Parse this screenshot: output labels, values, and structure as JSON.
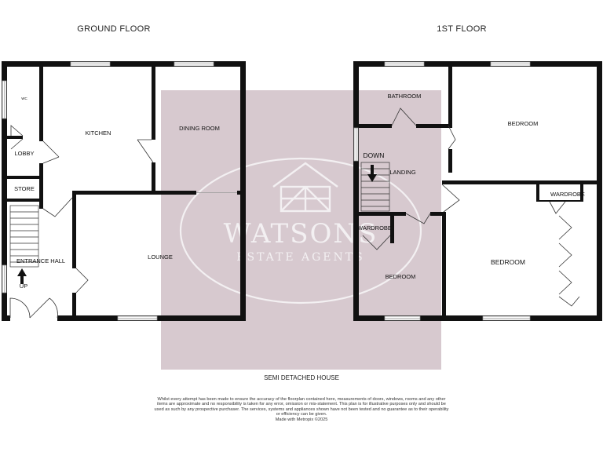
{
  "floors": {
    "ground": {
      "title": "GROUND FLOOR",
      "rooms": {
        "wc": "WC",
        "kitchen": "KITCHEN",
        "dining_room": "DINING ROOM",
        "lobby": "LOBBY",
        "store": "STORE",
        "entrance_hall": "ENTRANCE HALL",
        "lounge": "LOUNGE",
        "stairs_up": "UP"
      }
    },
    "first": {
      "title": "1ST FLOOR",
      "rooms": {
        "bathroom": "BATHROOM",
        "bedroom_front": "BEDROOM",
        "stairs_down": "DOWN",
        "landing": "LANDING",
        "wardrobe_right": "WARDROBE",
        "wardrobe_small": "WARDROBE",
        "bedroom_large": "BEDROOM",
        "bedroom_small": "BEDROOM"
      }
    }
  },
  "watermark": {
    "brand": "WATSONS",
    "subtitle": "ESTATE AGENTS"
  },
  "caption": "SEMI DETACHED HOUSE",
  "disclaimer": "Whilst every attempt has been made to ensure the accuracy of the floorplan contained here, measurements of doors, windows, rooms and any other items are approximate and no responsibility is taken for any error, omission or mis-statement. This plan is for illustrative purposes only and should be used as such by any prospective purchaser. The services, systems and appliances shown have not been tested and no guarantee as to their operability or efficiency can be given.",
  "credit": "Made with Metropix ©2025",
  "colors": {
    "wall": "#111111",
    "watermark_panel": "#d7c9cf",
    "watermark_mark": "#f3f0f2"
  }
}
